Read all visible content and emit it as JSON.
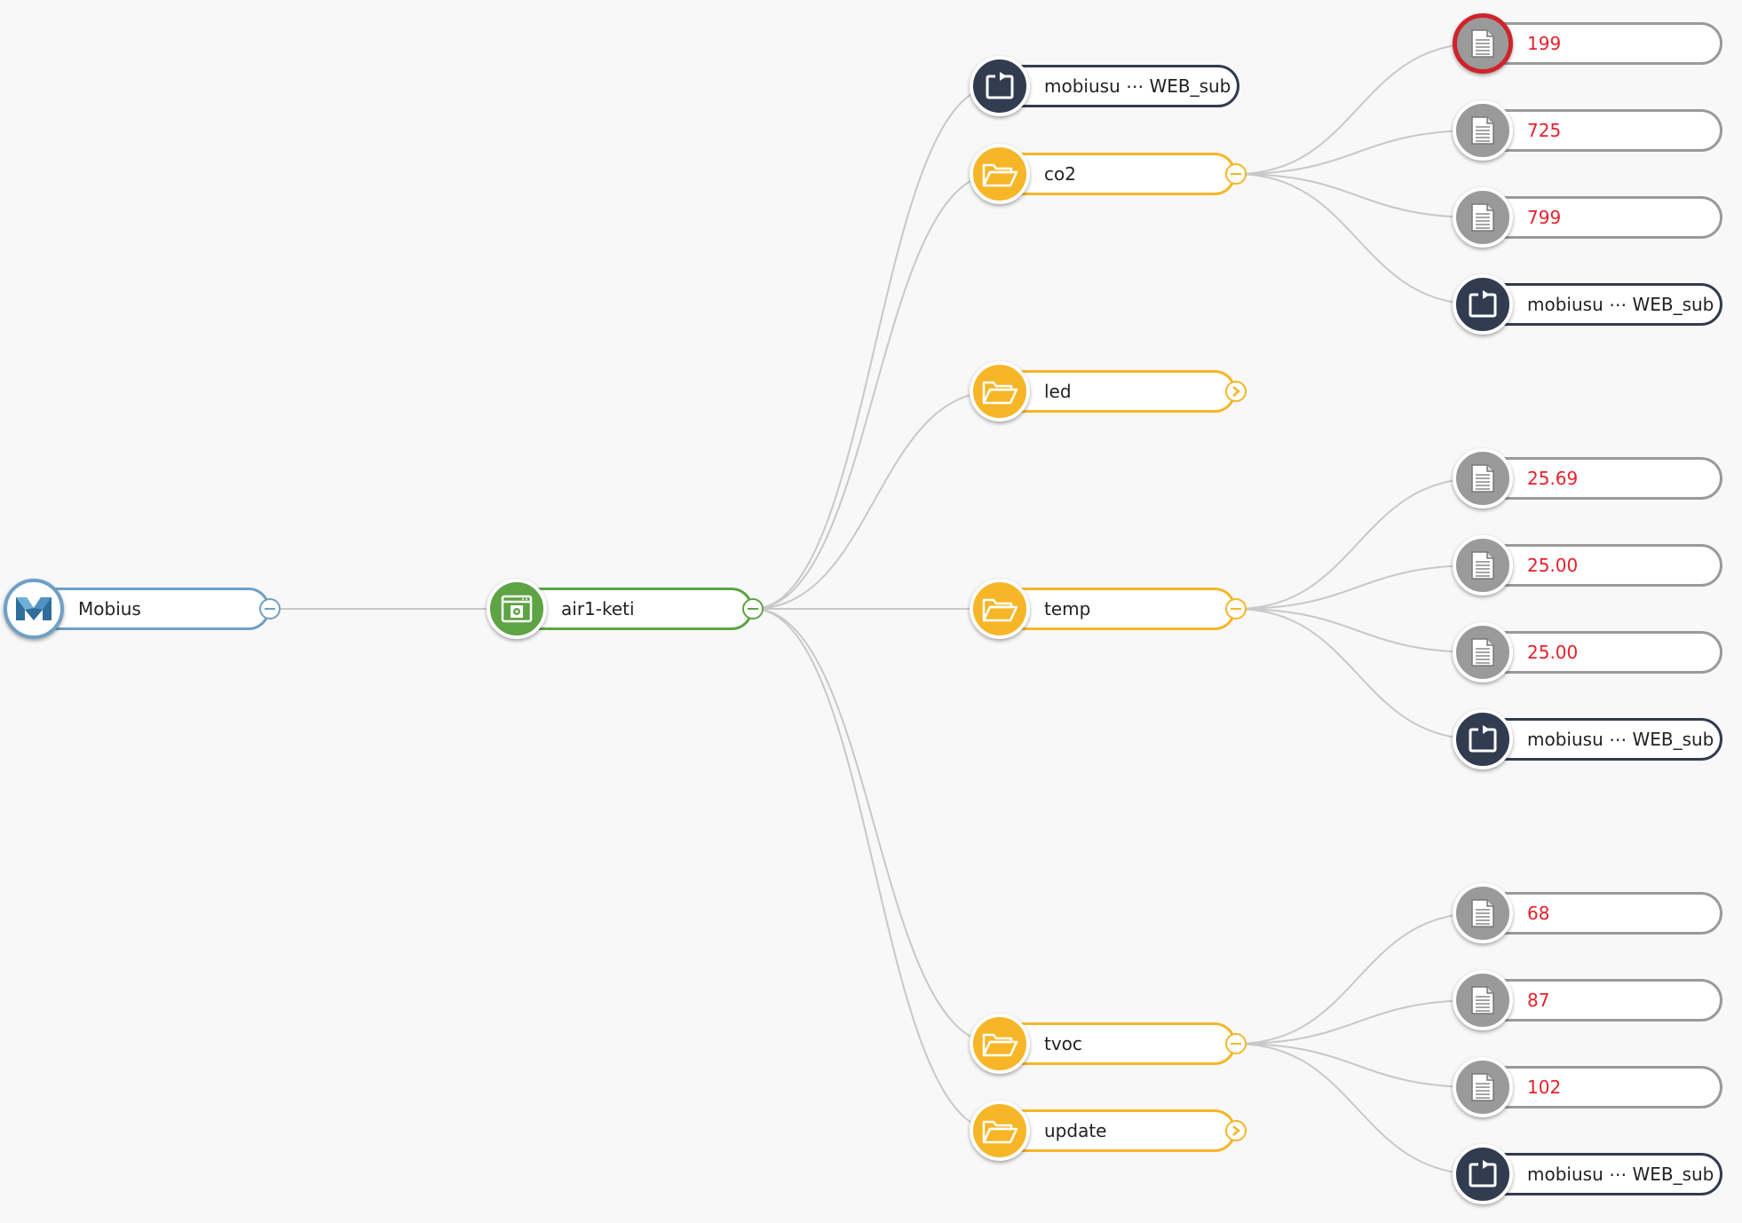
{
  "colors": {
    "cse": "#6ea0c6",
    "ae": "#5ea344",
    "container": "#f6b627",
    "subscription": "#323c50",
    "content_instance": "#9a9a9a",
    "content_value_text": "#e8202a",
    "selected_ring": "#d0232b",
    "link": "#c8c8c8"
  },
  "tree": {
    "root": {
      "label": "Mobius",
      "icon": "mobius-logo-icon",
      "control": "collapse"
    },
    "ae": {
      "label": "air1-keti",
      "icon": "application-gear-icon",
      "control": "collapse"
    },
    "children": [
      {
        "label": "mobiusu ⋯ WEB_sub",
        "type": "subscription",
        "icon": "refresh-icon"
      },
      {
        "label": "co2",
        "type": "container",
        "icon": "folder-icon",
        "control": "collapse",
        "children": [
          {
            "label": "199",
            "type": "content_instance",
            "icon": "document-icon",
            "selected": true
          },
          {
            "label": "725",
            "type": "content_instance",
            "icon": "document-icon"
          },
          {
            "label": "799",
            "type": "content_instance",
            "icon": "document-icon"
          },
          {
            "label": "mobiusu ⋯ WEB_sub",
            "type": "subscription",
            "icon": "refresh-icon"
          }
        ]
      },
      {
        "label": "led",
        "type": "container",
        "icon": "folder-icon",
        "control": "expand"
      },
      {
        "label": "temp",
        "type": "container",
        "icon": "folder-icon",
        "control": "collapse",
        "children": [
          {
            "label": "25.69",
            "type": "content_instance",
            "icon": "document-icon"
          },
          {
            "label": "25.00",
            "type": "content_instance",
            "icon": "document-icon"
          },
          {
            "label": "25.00",
            "type": "content_instance",
            "icon": "document-icon"
          },
          {
            "label": "mobiusu ⋯ WEB_sub",
            "type": "subscription",
            "icon": "refresh-icon"
          }
        ]
      },
      {
        "label": "tvoc",
        "type": "container",
        "icon": "folder-icon",
        "control": "collapse",
        "children": [
          {
            "label": "68",
            "type": "content_instance",
            "icon": "document-icon"
          },
          {
            "label": "87",
            "type": "content_instance",
            "icon": "document-icon"
          },
          {
            "label": "102",
            "type": "content_instance",
            "icon": "document-icon"
          },
          {
            "label": "mobiusu ⋯ WEB_sub",
            "type": "subscription",
            "icon": "refresh-icon"
          }
        ]
      },
      {
        "label": "update",
        "type": "container",
        "icon": "folder-icon",
        "control": "expand"
      }
    ]
  }
}
